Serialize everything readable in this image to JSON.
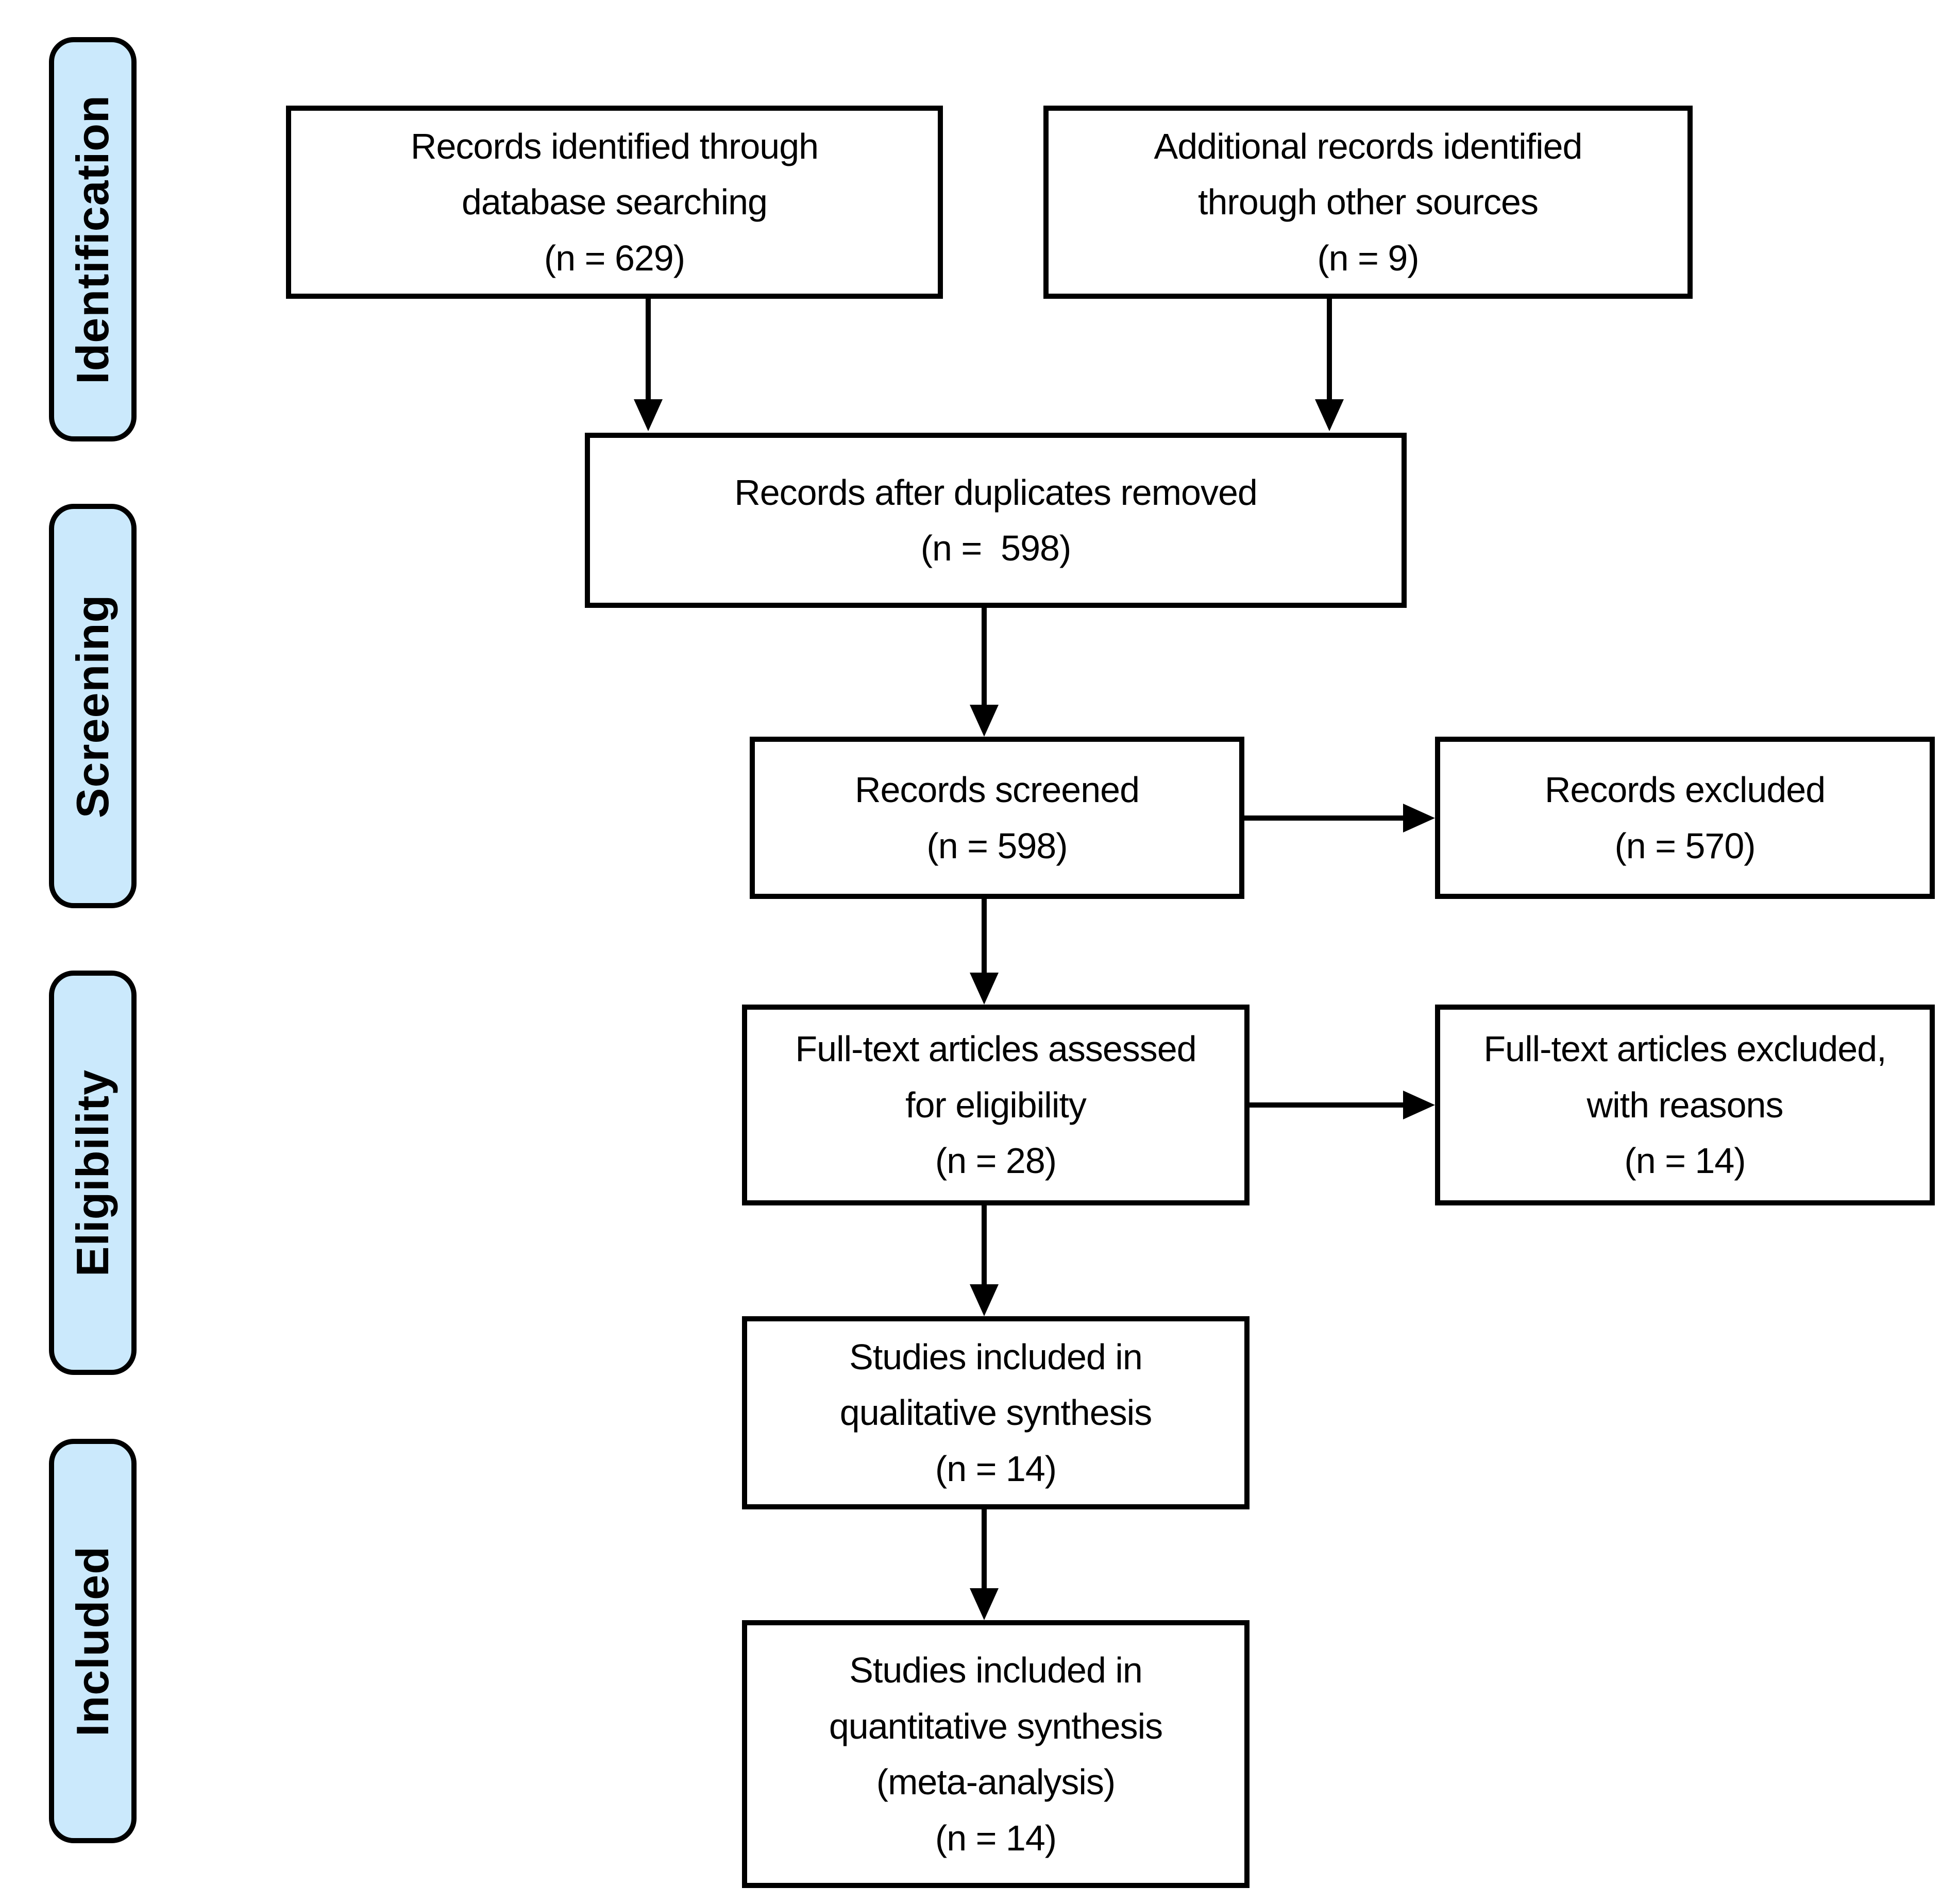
{
  "diagram": {
    "type": "prisma-flow",
    "stages": [
      {
        "id": "identification",
        "label": "Identification"
      },
      {
        "id": "screening",
        "label": "Screening"
      },
      {
        "id": "eligibility",
        "label": "Eligibility"
      },
      {
        "id": "included",
        "label": "Included"
      }
    ],
    "boxes": {
      "db_search": {
        "text": "Records identified through\ndatabase searching\n(n = 629)",
        "n": 629
      },
      "other_sources": {
        "text": "Additional records identified\nthrough other sources\n(n = 9)",
        "n": 9
      },
      "after_duplicates": {
        "text": "Records after duplicates removed\n(n =  598)",
        "n": 598
      },
      "screened": {
        "text": "Records screened\n(n = 598)",
        "n": 598
      },
      "excluded": {
        "text": "Records excluded\n(n = 570)",
        "n": 570
      },
      "fulltext": {
        "text": "Full-text articles assessed\nfor eligibility\n(n = 28)",
        "n": 28
      },
      "fulltext_excluded": {
        "text": "Full-text articles excluded,\nwith reasons\n(n = 14)",
        "n": 14
      },
      "qualitative": {
        "text": "Studies included in\nqualitative synthesis\n(n = 14)",
        "n": 14
      },
      "quantitative": {
        "text": "Studies included in\nquantitative synthesis\n(meta-analysis)\n(n = 14)",
        "n": 14
      }
    },
    "colors": {
      "stage_fill": "#cbe9fc",
      "stage_border": "#000000",
      "box_fill": "#ffffff",
      "box_border": "#000000",
      "arrow": "#000000",
      "background": "#ffffff"
    }
  }
}
